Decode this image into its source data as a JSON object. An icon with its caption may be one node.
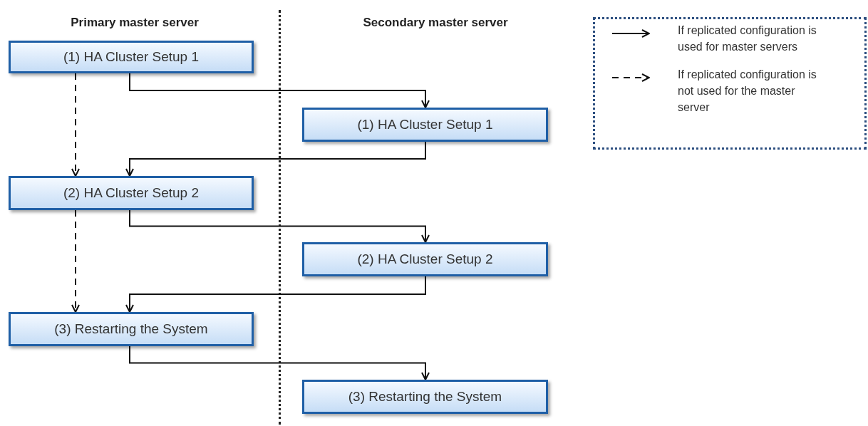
{
  "diagram": {
    "nodes": [
      {
        "text": [
          "(1) HA Cluster Setup 1"
        ]
      },
      {
        "text": [
          "(1) HA Cluster Setup 1"
        ]
      },
      {
        "text": [
          "(2) HA Cluster Setup 2"
        ]
      },
      {
        "text": [
          "(2) HA Cluster Setup 2"
        ]
      },
      {
        "text": [
          "(3) Restarting the System"
        ]
      },
      {
        "text": [
          "(3) Restarting the System"
        ]
      }
    ],
    "edges": [
      {
        "from": 0,
        "to": 1,
        "arrow": "to"
      },
      {
        "from": 0,
        "to": 2,
        "arrow": "to",
        "style": "dashed"
      },
      {
        "from": 1,
        "to": 2,
        "arrow": "to"
      },
      {
        "from": 2,
        "to": 3,
        "arrow": "to"
      },
      {
        "from": 2,
        "to": 4,
        "arrow": "to",
        "style": "dashed"
      },
      {
        "from": 3,
        "to": 4,
        "arrow": "to"
      },
      {
        "from": 4,
        "to": 5,
        "arrow": "to"
      }
    ],
    "labels": [
      "Primary master server",
      "Secondary master server"
    ],
    "legend": [
      {
        "text": "If replicated configuration is used for master servers"
      },
      {
        "text": "If replicated configuration is not used for the master server"
      }
    ]
  }
}
